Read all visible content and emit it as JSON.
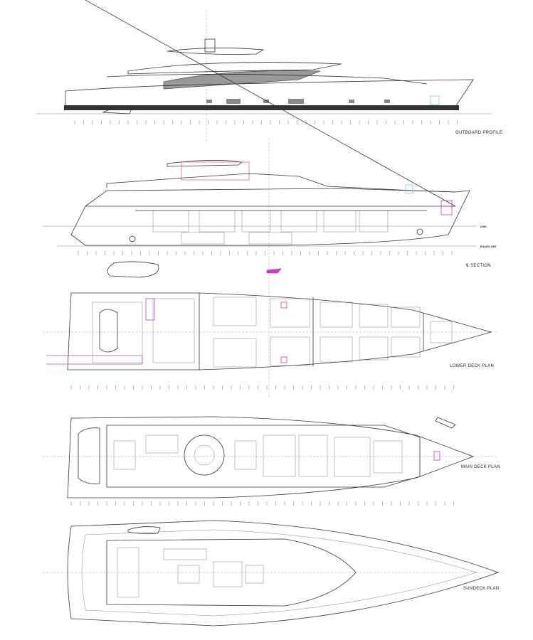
{
  "drawings": {
    "outboard_profile": {
      "label": "OUTBOARD PROFILE"
    },
    "section": {
      "label": "℄ SECTION",
      "dwl_label": "DWL",
      "baseline_label": "BASELINE"
    },
    "lower_deck": {
      "label": "LOWER DECK PLAN"
    },
    "main_deck": {
      "label": "MAIN DECK PLAN"
    },
    "sundeck": {
      "label": "SUNDECK PLAN"
    }
  },
  "colors": {
    "line": "#333333",
    "accent_cyan": "#5ac8e0",
    "accent_magenta": "#c040c0",
    "accent_red": "#d04040"
  }
}
